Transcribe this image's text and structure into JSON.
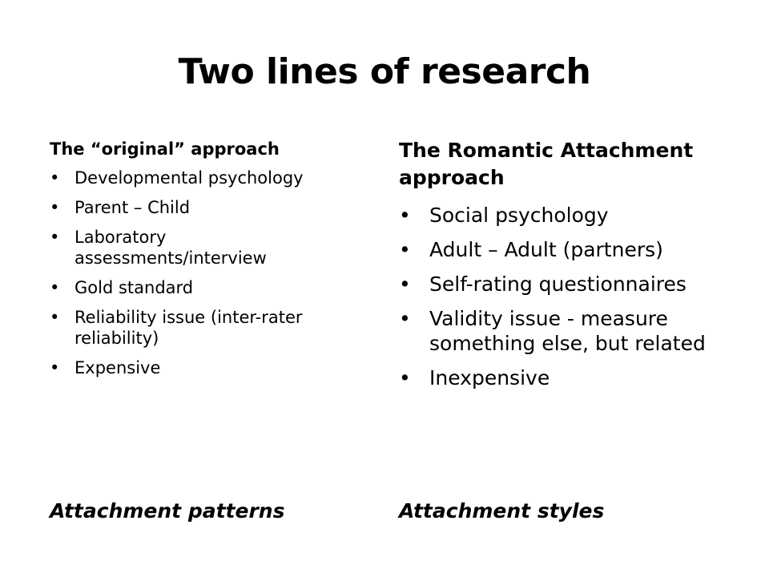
{
  "slide": {
    "title": "Two lines of research",
    "left": {
      "heading": "The “original” approach",
      "bullets": [
        "Developmental psychology",
        "Parent – Child",
        "Laboratory assessments/interview",
        "Gold standard",
        "Reliability issue (inter-rater reliability)",
        "Expensive"
      ],
      "footer": "Attachment patterns"
    },
    "right": {
      "heading": "The Romantic Attachment approach",
      "bullets": [
        "Social psychology",
        "Adult – Adult (partners)",
        "Self-rating questionnaires",
        "Validity issue - measure something else, but related",
        "Inexpensive"
      ],
      "footer": "Attachment styles"
    },
    "bullet_glyph": "•"
  }
}
